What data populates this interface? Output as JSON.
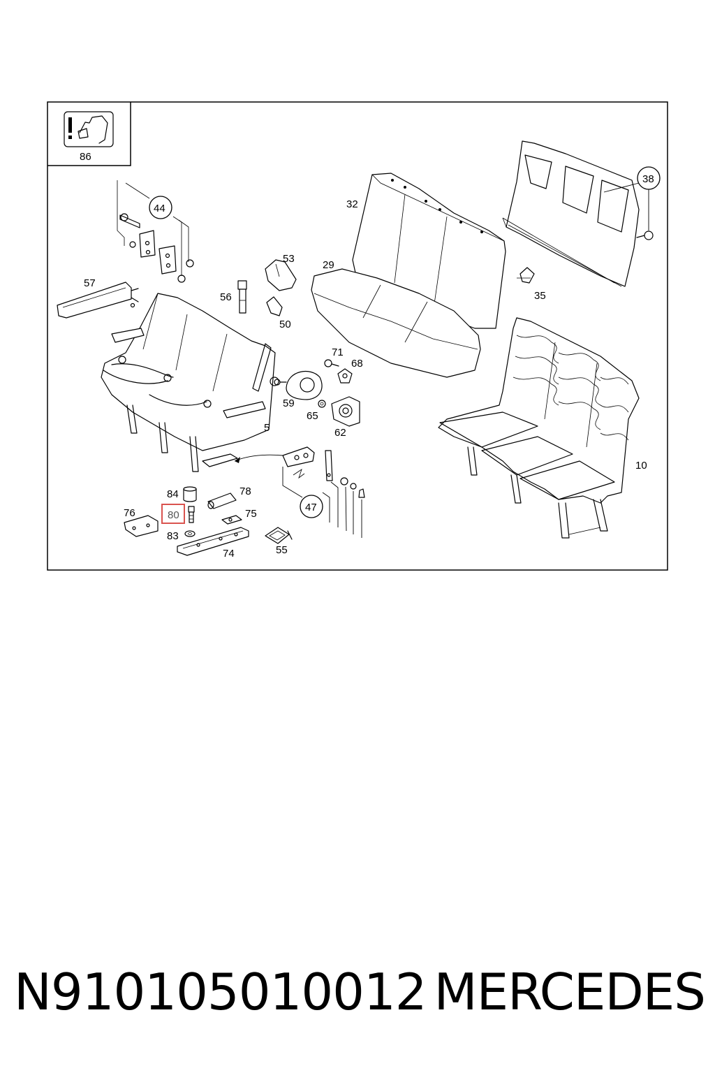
{
  "inset_label": "86",
  "part_labels": [
    {
      "id": "p38",
      "text": "38",
      "circled": true
    },
    {
      "id": "p44",
      "text": "44",
      "circled": true
    },
    {
      "id": "p47",
      "text": "47",
      "circled": true
    },
    {
      "id": "p32",
      "text": "32"
    },
    {
      "id": "p29",
      "text": "29"
    },
    {
      "id": "p53",
      "text": "53"
    },
    {
      "id": "p56",
      "text": "56"
    },
    {
      "id": "p50",
      "text": "50"
    },
    {
      "id": "p57",
      "text": "57"
    },
    {
      "id": "p35",
      "text": "35"
    },
    {
      "id": "p71",
      "text": "71"
    },
    {
      "id": "p68",
      "text": "68"
    },
    {
      "id": "p59",
      "text": "59"
    },
    {
      "id": "p65",
      "text": "65"
    },
    {
      "id": "p62",
      "text": "62"
    },
    {
      "id": "p5",
      "text": "5"
    },
    {
      "id": "p10",
      "text": "10"
    },
    {
      "id": "p84",
      "text": "84"
    },
    {
      "id": "p78",
      "text": "78"
    },
    {
      "id": "p76",
      "text": "76"
    },
    {
      "id": "p80",
      "text": "80",
      "highlighted": true
    },
    {
      "id": "p75",
      "text": "75"
    },
    {
      "id": "p83",
      "text": "83"
    },
    {
      "id": "p74",
      "text": "74"
    },
    {
      "id": "p55",
      "text": "55"
    }
  ],
  "highlight_color": "#d9534f",
  "footer": {
    "part_number": "N910105010012",
    "brand": "MERCEDES"
  }
}
